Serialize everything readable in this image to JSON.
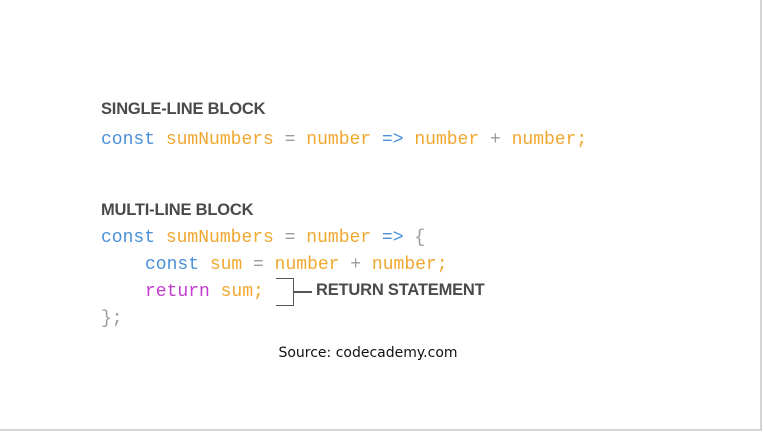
{
  "single_line": {
    "heading": "SINGLE-LINE BLOCK",
    "tokens": [
      "const",
      "sumNumbers",
      "=",
      "number",
      "=>",
      "number",
      "+",
      "number;"
    ]
  },
  "multi_line": {
    "heading": "MULTI-LINE BLOCK",
    "line1": [
      "const",
      "sumNumbers",
      "=",
      "number",
      "=>",
      "{"
    ],
    "line2": [
      "const",
      "sum",
      "=",
      "number",
      "+",
      "number;"
    ],
    "line3": [
      "return",
      "sum;"
    ],
    "line4": "};"
  },
  "annotation": "RETURN STATEMENT",
  "source": "Source: codecademy.com",
  "colors": {
    "keyword": "#4a90d9",
    "identifier": "#f0a830",
    "operator": "#9b9b9b",
    "return": "#c13bcf",
    "heading": "#4a4a4a"
  }
}
